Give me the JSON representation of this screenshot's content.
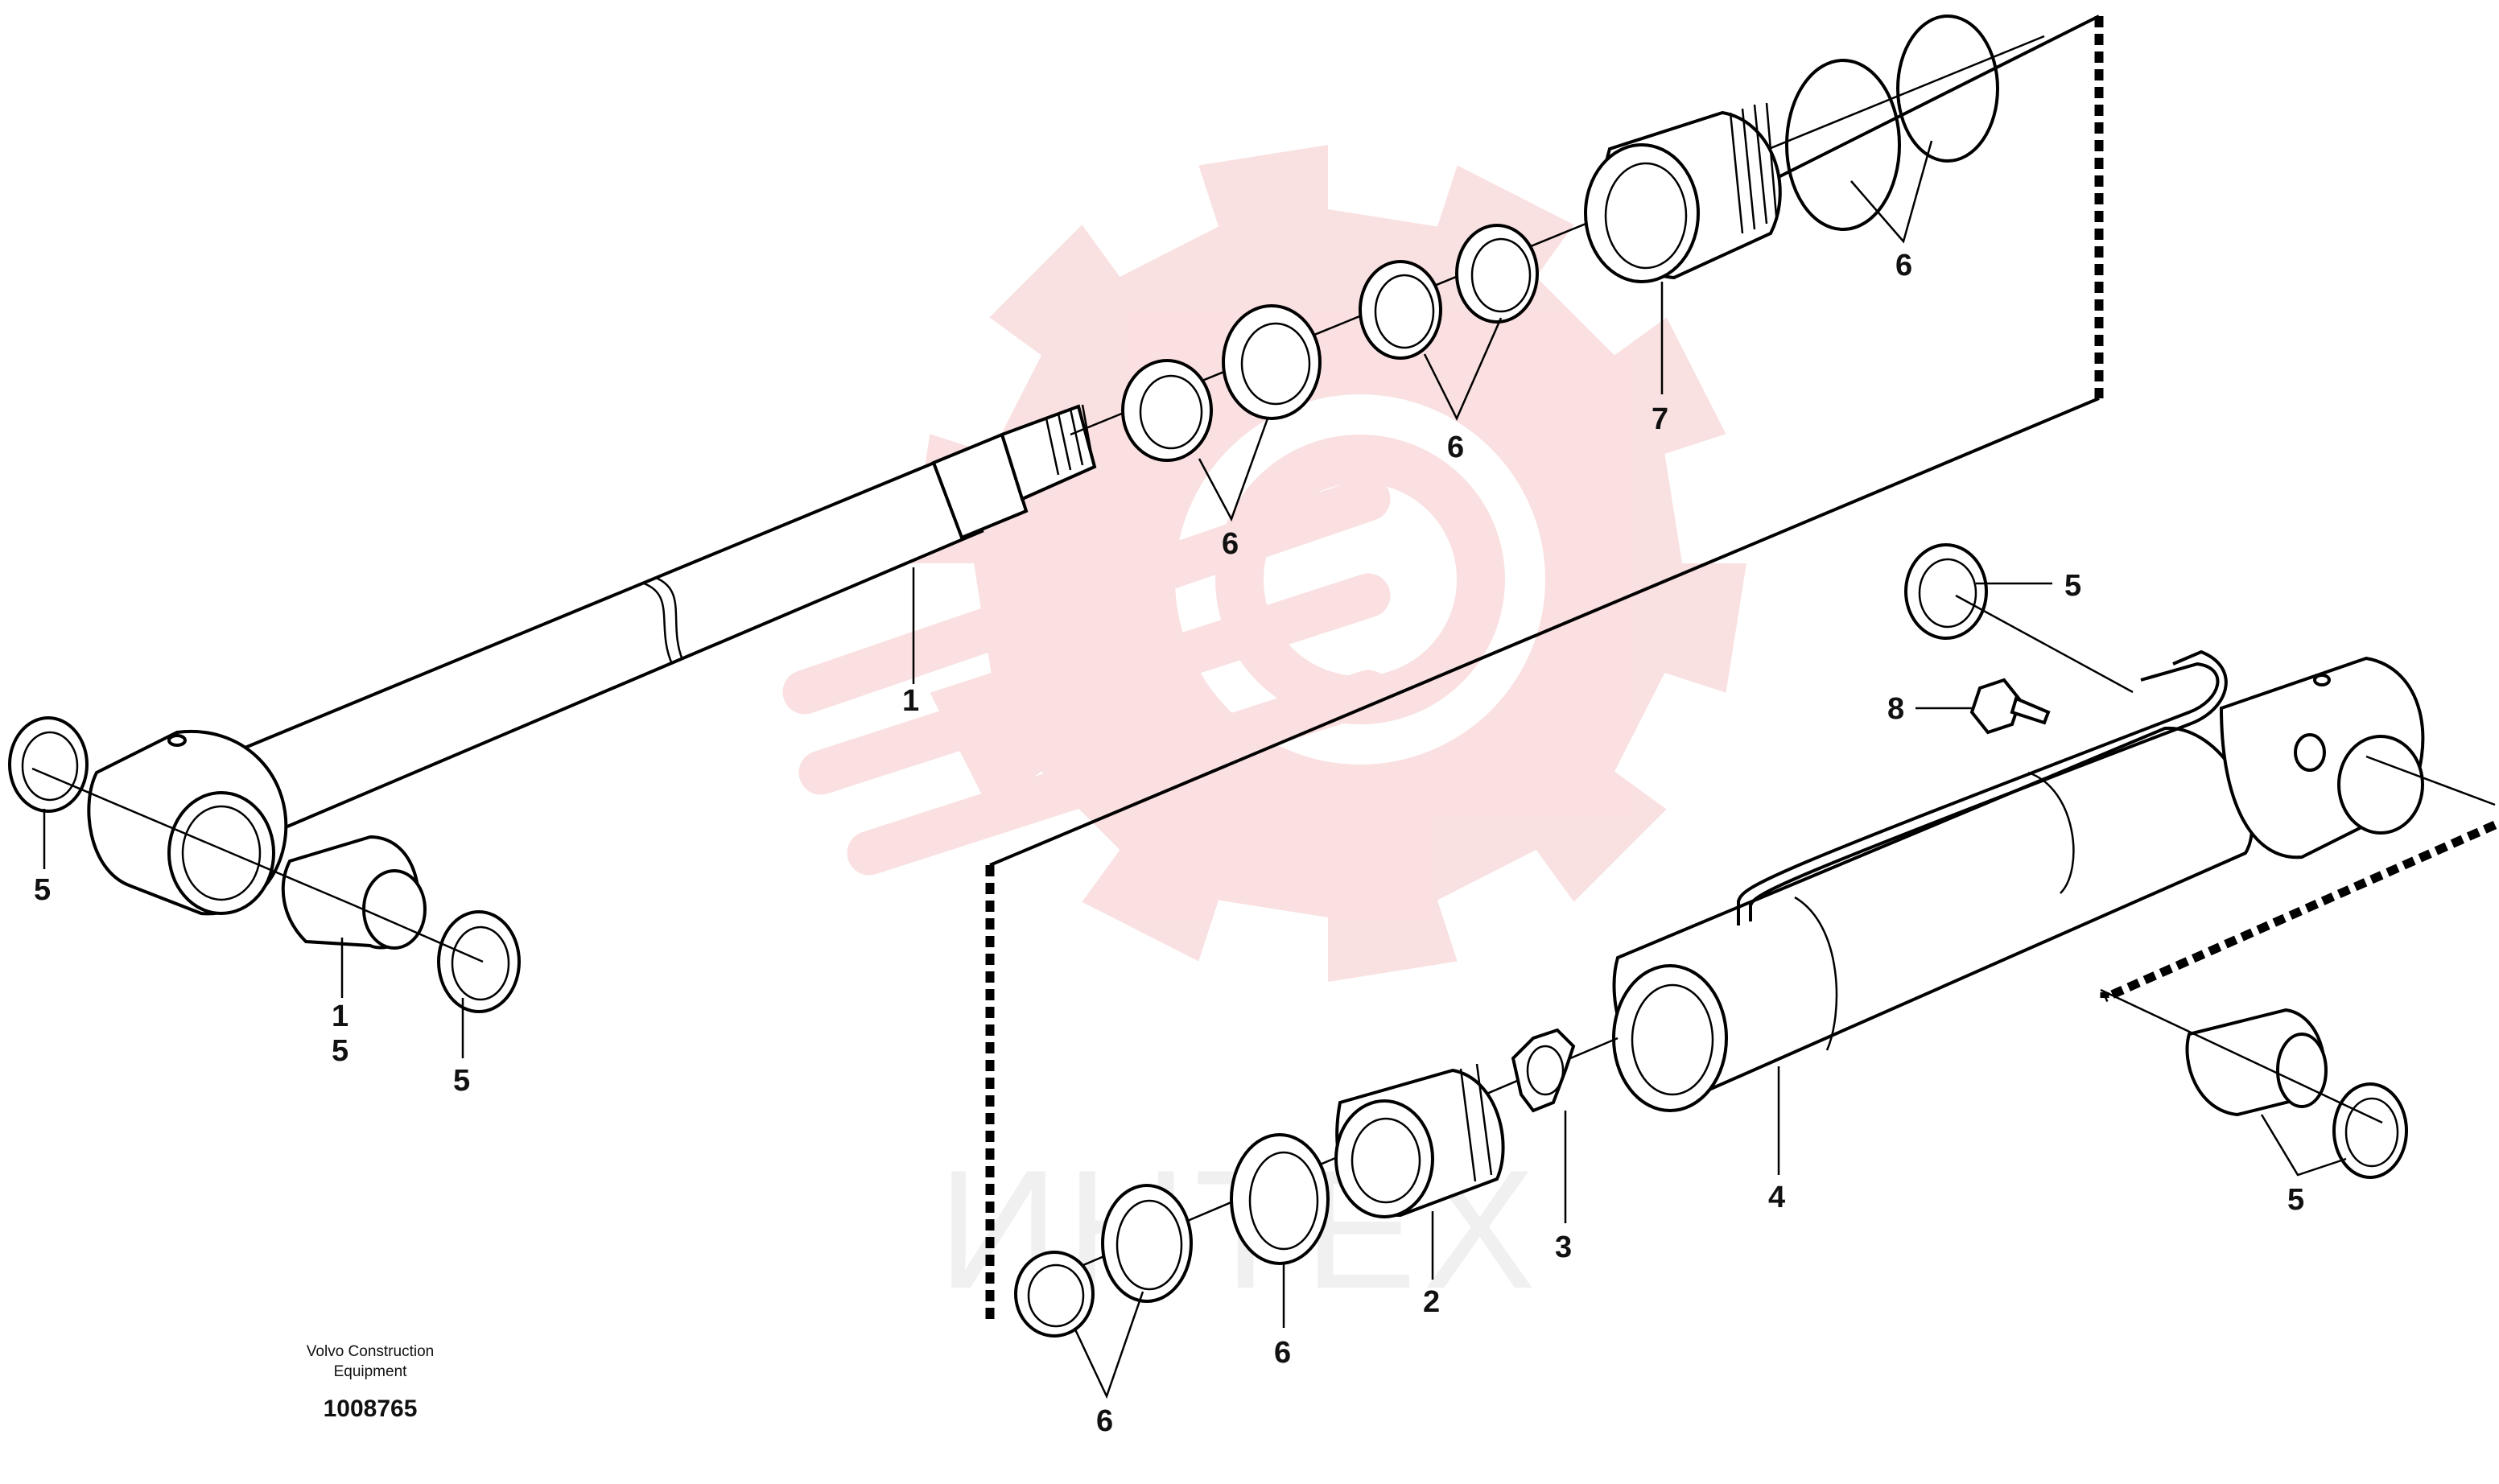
{
  "drawing": {
    "publisher_line1": "Volvo Construction",
    "publisher_line2": "Equipment",
    "figure_number": "1008765",
    "watermark_text": "ИНТЕХ",
    "watermark_color": "#f6c8c8"
  },
  "callouts": [
    {
      "id": "rod",
      "label": "1"
    },
    {
      "id": "rod-bush",
      "label": "1"
    },
    {
      "id": "rod-bush-seal",
      "label": "5"
    },
    {
      "id": "rod-eye-seal-left",
      "label": "5"
    },
    {
      "id": "rod-eye-seal-right",
      "label": "5"
    },
    {
      "id": "seals-rod-a",
      "label": "6"
    },
    {
      "id": "seals-rod-b",
      "label": "6"
    },
    {
      "id": "seals-orings",
      "label": "6"
    },
    {
      "id": "cylinder-head",
      "label": "7"
    },
    {
      "id": "piston",
      "label": "2"
    },
    {
      "id": "lock-nut",
      "label": "3"
    },
    {
      "id": "cylinder-tube",
      "label": "4"
    },
    {
      "id": "tube-eye-seal",
      "label": "5"
    },
    {
      "id": "grease-nipple",
      "label": "8"
    },
    {
      "id": "piston-ring",
      "label": "6"
    },
    {
      "id": "piston-seals",
      "label": "6"
    },
    {
      "id": "tube-bush-seals",
      "label": "5"
    }
  ]
}
